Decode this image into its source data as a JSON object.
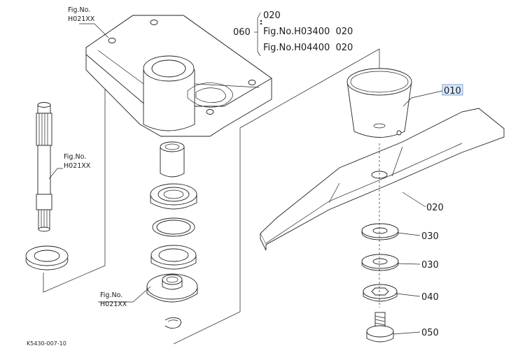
{
  "figure_code": "K5430-007-10",
  "ref_labels": {
    "left_top": [
      "Fig.No.",
      "H021XX"
    ],
    "left_shaft": [
      "Fig.No.",
      "H021XX"
    ],
    "left_bottom": [
      "Fig.No.",
      "H021XX"
    ]
  },
  "group": {
    "number": "060",
    "members": [
      "020",
      "Fig.No.H03400  020",
      "Fig.No.H04400  020"
    ]
  },
  "parts": {
    "p010": "010",
    "p020": "020",
    "p030a": "030",
    "p030b": "030",
    "p040": "040",
    "p050": "050"
  },
  "highlight_color": "#dbe9f8"
}
